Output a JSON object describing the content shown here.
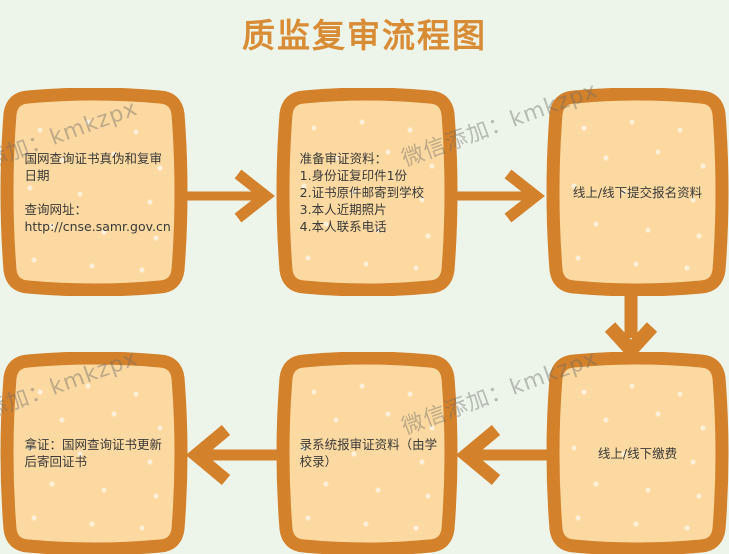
{
  "title": "质监复审流程图",
  "colors": {
    "background": "#edf4e9",
    "title": "#d98c36",
    "box_border": "#d4812c",
    "box_fill": "#fbd9a0",
    "box_dots": "#fdf0d8",
    "arrow": "#d4812c",
    "text": "#3a3a3a",
    "watermark": "#696969"
  },
  "nodes": [
    {
      "id": "verify",
      "name": "verify-certificate",
      "text": "国网查询证书真伪和复审日期\n\n查询网址：http://cnse.samr.gov.cn",
      "align": "left"
    },
    {
      "id": "prepare",
      "name": "prepare-materials",
      "text": "准备审证资料：\n1.身份证复印件1份\n2.证书原件邮寄到学校\n3.本人近期照片\n4.本人联系电话",
      "align": "left"
    },
    {
      "id": "submit",
      "name": "submit-registration",
      "text": "线上/线下提交报名资料",
      "align": "center"
    },
    {
      "id": "payment",
      "name": "make-payment",
      "text": "线上/线下缴费",
      "align": "center"
    },
    {
      "id": "system",
      "name": "enter-system-records",
      "text": "录系统报审证资料（由学校录）",
      "align": "left"
    },
    {
      "id": "receive",
      "name": "receive-certificate",
      "text": "拿证：国网查询证书更新后寄回证书",
      "align": "left"
    }
  ],
  "arrows": [
    {
      "id": "verify-prepare",
      "direction": "right"
    },
    {
      "id": "prepare-submit",
      "direction": "right"
    },
    {
      "id": "submit-payment",
      "direction": "down"
    },
    {
      "id": "payment-system",
      "direction": "left"
    },
    {
      "id": "system-receive",
      "direction": "left"
    }
  ],
  "watermark": {
    "text": "微信添加：kmkzpx",
    "repeats": 4
  }
}
